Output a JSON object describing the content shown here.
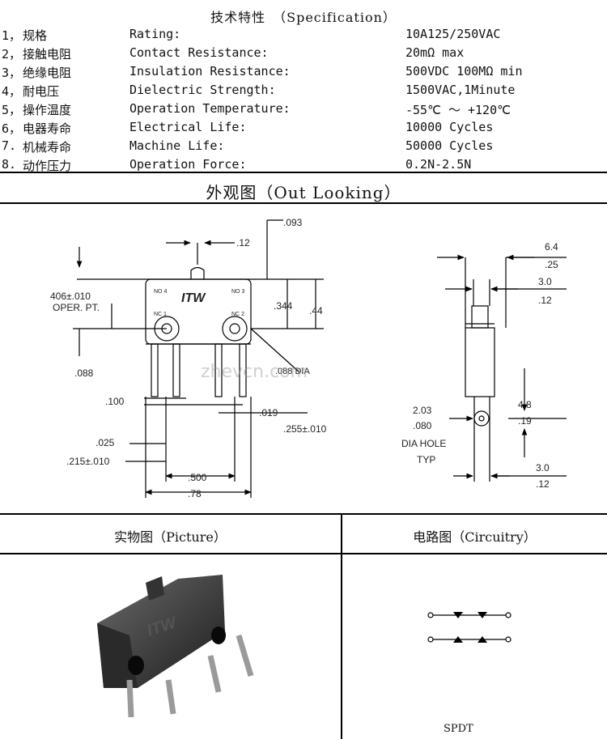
{
  "spec": {
    "title": "技术特性　（Specification）",
    "rows": [
      {
        "num": "1，",
        "cn": "规格",
        "en": "Rating:",
        "value": "10A125/250VAC"
      },
      {
        "num": "2，",
        "cn": "接触电阻",
        "en": "Contact Resistance:",
        "value": "20mΩ max"
      },
      {
        "num": "3，",
        "cn": "绝缘电阻",
        "en": "Insulation Resistance:",
        "value": "500VDC 100MΩ min"
      },
      {
        "num": "4，",
        "cn": "耐电压",
        "en": "Dielectric Strength:",
        "value": "1500VAC,1Minute"
      },
      {
        "num": "5，",
        "cn": "操作温度",
        "en": "Operation Temperature:",
        "value": "-55℃ ～ +120℃"
      },
      {
        "num": "6，",
        "cn": "电器寿命",
        "en": "Electrical Life:",
        "value": "10000 Cycles"
      },
      {
        "num": "7.",
        "cn": "机械寿命",
        "en": "Machine Life:",
        "value": "50000 Cycles"
      },
      {
        "num": "8.",
        "cn": "动作压力",
        "en": "Operation Force:",
        "value": "0.2N-2.5N"
      }
    ]
  },
  "outline": {
    "title": "外观图（Out Looking）",
    "watermark": "zhevcn.com",
    "front": {
      "dims": {
        "d093": ".093",
        "d12": ".12",
        "d406a": "406±.010",
        "d406b": "OPER. PT.",
        "d344": ".344",
        "d44": ".44",
        "d088": ".088",
        "d088b": ".088 DIA",
        "d100": ".100",
        "d019": ".019",
        "d255": ".255±.010",
        "d025": ".025",
        "d215": ".215±.010",
        "d500": ".500",
        "d78": ".78"
      },
      "labels": {
        "no4": "NO 4",
        "no3": "NO 3",
        "nc1": "NC 1",
        "nc2": "NC 2",
        "logo": "ITW"
      }
    },
    "side": {
      "dims": {
        "d64a": "6.4",
        "d64b": ".25",
        "d30a": "3.0",
        "d30b": ".12",
        "d203a": "2.03",
        "d203b": ".080",
        "dia1": "DIA HOLE",
        "dia2": "TYP",
        "d48a": "4.8",
        "d48b": ".19",
        "d30c": "3.0",
        "d30d": ".12"
      }
    }
  },
  "picture": {
    "title": "实物图（Picture）",
    "logo": "ITW"
  },
  "circuitry": {
    "title": "电路图（Circuitry）",
    "caption": "SPDT"
  }
}
